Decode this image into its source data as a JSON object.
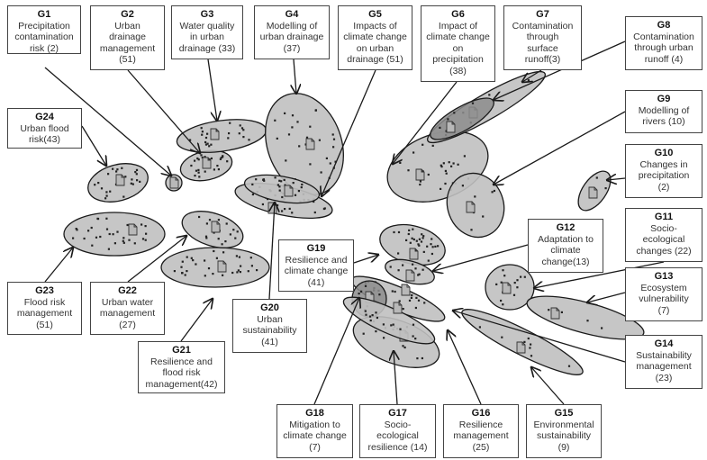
{
  "diagram": {
    "colors": {
      "cluster_fill": "#c0c0c0",
      "overlap_fill": "#8c8c8c",
      "stroke": "#1a1a1a",
      "dot": "#222222",
      "box_border": "#444444"
    },
    "groups": [
      {
        "id": "G1",
        "label": "Precipitation\ncontamination\nrisk (2)",
        "topic": "Precipitation contamination risk",
        "count": 2
      },
      {
        "id": "G2",
        "label": "Urban\ndrainage\nmanagement\n(51)",
        "topic": "Urban drainage management",
        "count": 51
      },
      {
        "id": "G3",
        "label": "Water quality\nin urban\ndrainage (33)",
        "topic": "Water quality in urban drainage",
        "count": 33
      },
      {
        "id": "G4",
        "label": "Modelling of\nurban drainage\n(37)",
        "topic": "Modelling of urban drainage",
        "count": 37
      },
      {
        "id": "G5",
        "label": "Impacts of\nclimate change\non urban\ndrainage (51)",
        "topic": "Impacts of climate change on urban drainage",
        "count": 51
      },
      {
        "id": "G6",
        "label": "Impact of\nclimate change\non\nprecipitation\n(38)",
        "topic": "Impact of climate change on precipitation",
        "count": 38
      },
      {
        "id": "G7",
        "label": "Contamination\nthrough\nsurface\nrunoff(3)",
        "topic": "Contamination through surface runoff",
        "count": 3
      },
      {
        "id": "G8",
        "label": "Contamination\nthrough urban\nrunoff (4)",
        "topic": "Contamination through urban runoff",
        "count": 4
      },
      {
        "id": "G9",
        "label": "Modelling of\nrivers (10)",
        "topic": "Modelling of rivers",
        "count": 10
      },
      {
        "id": "G10",
        "label": "Changes in\nprecipitation\n(2)",
        "topic": "Changes in precipitation",
        "count": 2
      },
      {
        "id": "G11",
        "label": "Socio-\necological\nchanges (22)",
        "topic": "Socio-ecological changes",
        "count": 22
      },
      {
        "id": "G12",
        "label": "Adaptation to\nclimate\nchange(13)",
        "topic": "Adaptation to climate change",
        "count": 13
      },
      {
        "id": "G13",
        "label": "Ecosystem\nvulnerability\n(7)",
        "topic": "Ecosystem vulnerability",
        "count": 7
      },
      {
        "id": "G14",
        "label": "Sustainability\nmanagement\n(23)",
        "topic": "Sustainability management",
        "count": 23
      },
      {
        "id": "G15",
        "label": "Environmental\nsustainability\n(9)",
        "topic": "Environmental sustainability",
        "count": 9
      },
      {
        "id": "G16",
        "label": "Resilience\nmanagement\n(25)",
        "topic": "Resilience management",
        "count": 25
      },
      {
        "id": "G17",
        "label": "Socio-\necological\nresilience (14)",
        "topic": "Socio-ecological resilience",
        "count": 14
      },
      {
        "id": "G18",
        "label": "Mitigation to\nclimate change\n(7)",
        "topic": "Mitigation to climate change",
        "count": 7
      },
      {
        "id": "G19",
        "label": "Resilience and\nclimate change\n(41)",
        "topic": "Resilience and climate change",
        "count": 41
      },
      {
        "id": "G20",
        "label": "Urban\nsustainability\n(41)",
        "topic": "Urban sustainability",
        "count": 41
      },
      {
        "id": "G21",
        "label": "Resilience and\nflood risk\nmanagement(42)",
        "topic": "Resilience and flood risk management",
        "count": 42
      },
      {
        "id": "G22",
        "label": "Urban water\nmanagement\n(27)",
        "topic": "Urban water management",
        "count": 27
      },
      {
        "id": "G23",
        "label": "Flood risk\nmanagement\n(51)",
        "topic": "Flood risk management",
        "count": 51
      },
      {
        "id": "G24",
        "label": "Urban flood\nrisk(43)",
        "topic": "Urban flood risk",
        "count": 43
      }
    ]
  }
}
